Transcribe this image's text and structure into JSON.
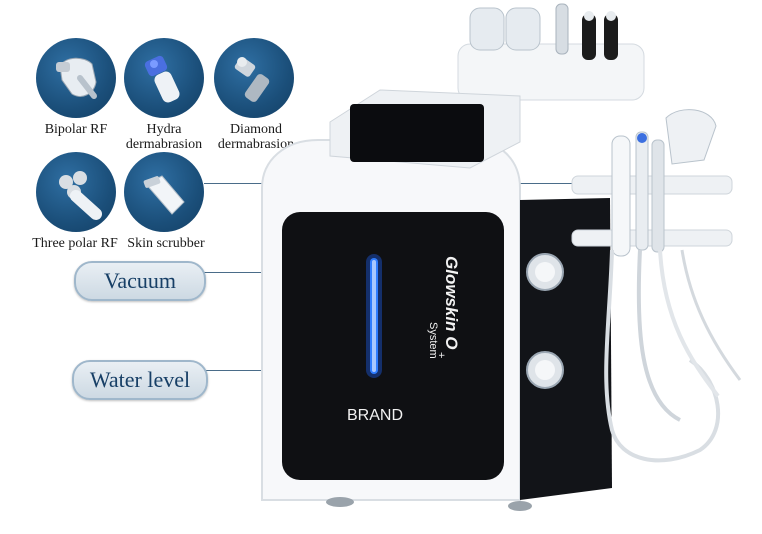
{
  "accessories": [
    {
      "label": "Bipolar RF",
      "icon": "bipolar-rf-handpiece-icon"
    },
    {
      "label": "Hydra\ndermabrasion",
      "icon": "hydra-dermabrasion-tip-icon"
    },
    {
      "label": "Diamond\ndermabrasion",
      "icon": "diamond-dermabrasion-tip-icon"
    },
    {
      "label": "Three polar RF",
      "icon": "three-polar-rf-handpiece-icon"
    },
    {
      "label": "Skin scrubber",
      "icon": "skin-scrubber-icon"
    }
  ],
  "callouts": {
    "vacuum": "Vacuum",
    "water_level": "Water level"
  },
  "device": {
    "brand_script": "Glowskin O",
    "brand_superscript": "+",
    "brand_sub": "System",
    "front_label": "BRAND"
  },
  "colors": {
    "circle_blue": "#1b4f7a",
    "callout_text": "#173f66",
    "glow_blue": "#2f7dff"
  }
}
